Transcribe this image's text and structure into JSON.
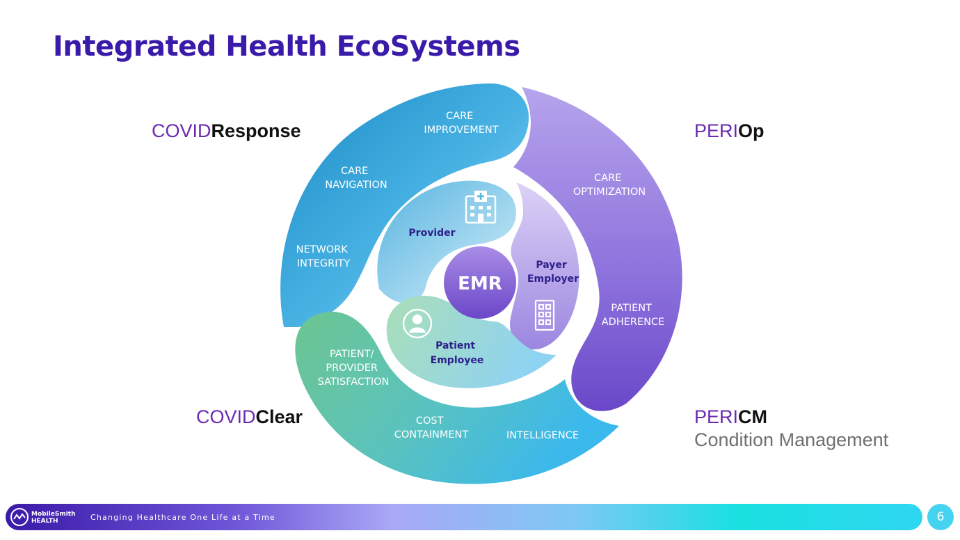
{
  "title": "Integrated Health EcoSystems",
  "products": {
    "covid_response": {
      "prefix": "COVID",
      "suffix": "Response"
    },
    "peri_op": {
      "prefix": "PERI",
      "suffix": "Op"
    },
    "covid_clear": {
      "prefix": "COVID",
      "suffix": "Clear"
    },
    "peri_cm": {
      "prefix": "PERI",
      "suffix": "CM",
      "subtitle": "Condition Management"
    }
  },
  "outer_ring": {
    "care_improvement": [
      "CARE",
      "IMPROVEMENT"
    ],
    "care_navigation": [
      "CARE",
      "NAVIGATION"
    ],
    "network_integrity": [
      "NETWORK",
      "INTEGRITY"
    ],
    "care_optimization": [
      "CARE",
      "OPTIMIZATION"
    ],
    "patient_adherence": [
      "PATIENT",
      "ADHERENCE"
    ],
    "patient_provider_satisfaction": [
      "PATIENT/",
      "PROVIDER",
      "SATISFACTION"
    ],
    "cost_containment": [
      "COST",
      "CONTAINMENT"
    ],
    "intelligence": [
      "INTELLIGENCE"
    ]
  },
  "inner_ring": {
    "provider": "Provider",
    "payer_employer": [
      "Payer",
      "Employer"
    ],
    "patient_employee": [
      "Patient",
      "Employee"
    ]
  },
  "center": "EMR",
  "colors": {
    "title": "#3a1aa8",
    "prefix": "#6a2ab0",
    "blue_segment": "#1f9fd4",
    "purple_segment": "#8a6ad8",
    "green_segment": "#6cc69a"
  },
  "footer": {
    "brand_line1": "MobileSmith",
    "brand_line2": "HEALTH",
    "tagline": "Changing Healthcare One Life at a Time",
    "page_number": "6"
  }
}
